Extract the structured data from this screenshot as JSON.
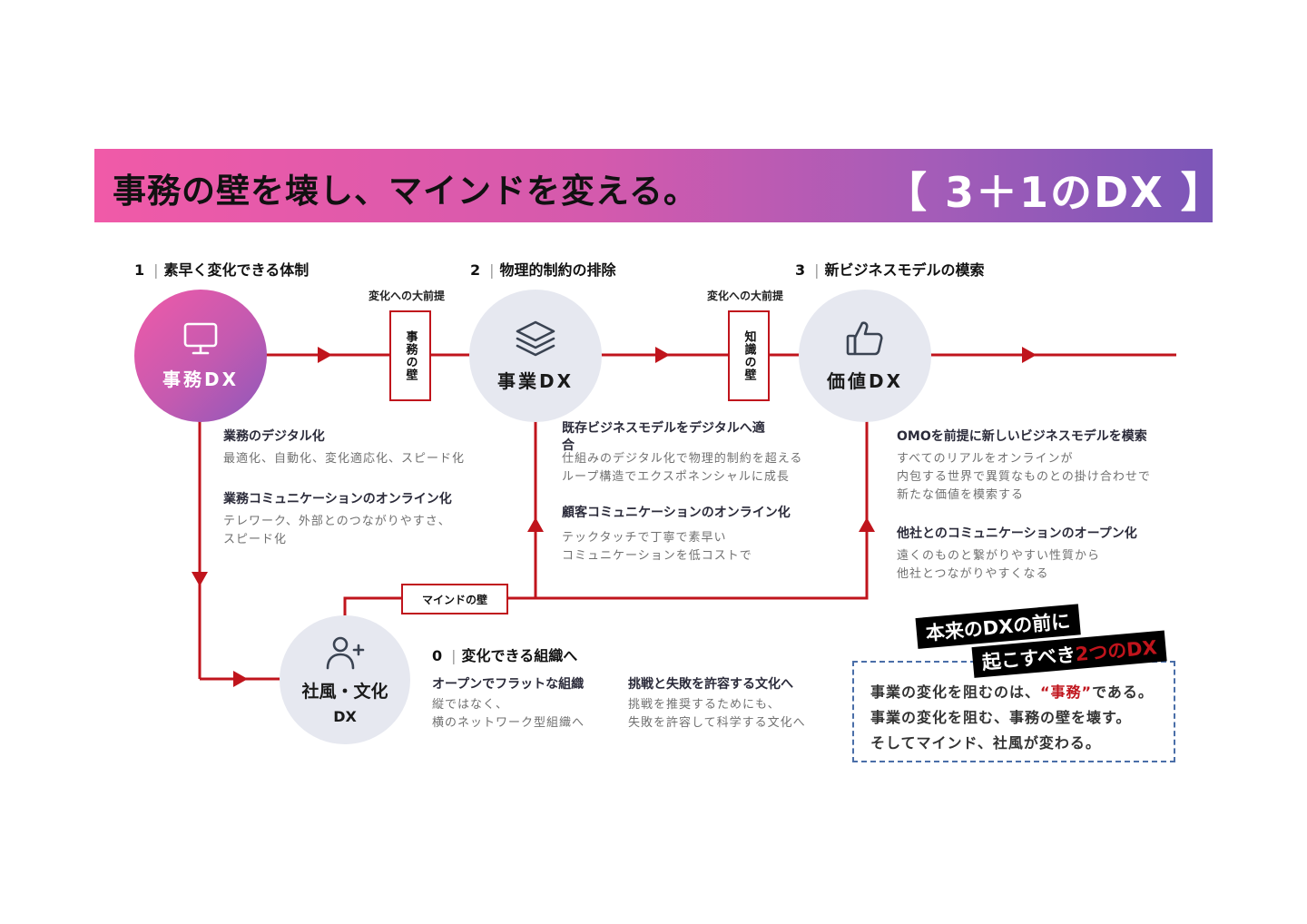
{
  "banner": {
    "title": "事務の壁を壊し、マインドを変える。",
    "badge": "【 3＋1のDX 】",
    "gradient": [
      "#f05aa8",
      "#7b56b8"
    ]
  },
  "colors": {
    "flow_line": "#c0141c",
    "node_gray": "#e6e8f0",
    "note_border": "#4a6ea8"
  },
  "steps": [
    {
      "num": "1",
      "title": "素早く変化できる体制",
      "node_label": "事務DX",
      "icon": "monitor-icon"
    },
    {
      "num": "2",
      "title": "物理的制約の排除",
      "node_label": "事業DX",
      "icon": "layers-icon"
    },
    {
      "num": "3",
      "title": "新ビジネスモデルの模索",
      "node_label": "価値DX",
      "icon": "thumbs-up-icon"
    }
  ],
  "walls": [
    {
      "caption": "変化への大前提",
      "label": "事務の壁"
    },
    {
      "caption": "変化への大前提",
      "label": "知識の壁"
    }
  ],
  "mind_wall": "マインドの壁",
  "culture_node": {
    "num": "0",
    "title": "変化できる組織へ",
    "label_line1": "社風・文化",
    "label_line2": "DX",
    "icon": "add-user-icon"
  },
  "details": {
    "step1": [
      {
        "heading": "業務のデジタル化",
        "lines": [
          "最適化、自動化、変化適応化、スピード化"
        ]
      },
      {
        "heading": "業務コミュニケーションのオンライン化",
        "lines": [
          "テレワーク、外部とのつながりやすさ、",
          "スピード化"
        ]
      }
    ],
    "step2": [
      {
        "heading_lines": [
          "既存ビジネスモデルをデジタルへ適",
          "合"
        ],
        "lines": [
          "仕組みのデジタル化で物理的制約を超える",
          "ループ構造でエクスポネンシャルに成長"
        ]
      },
      {
        "heading": "顧客コミュニケーションのオンライン化",
        "lines": [
          "テックタッチで丁寧で素早い",
          "コミュニケーションを低コストで"
        ]
      }
    ],
    "step3": [
      {
        "heading": "OMOを前提に新しいビジネスモデルを模索",
        "lines": [
          "すべてのリアルをオンラインが",
          "内包する世界で異質なものとの掛け合わせで",
          "新たな価値を模索する"
        ]
      },
      {
        "heading": "他社とのコミュニケーションのオープン化",
        "lines": [
          "遠くのものと繋がりやすい性質から",
          "他社とつながりやすくなる"
        ]
      }
    ],
    "culture": [
      {
        "heading": "オープンでフラットな組織",
        "lines": [
          "縦ではなく、",
          "横のネットワーク型組織へ"
        ]
      },
      {
        "heading": "挑戦と失敗を許容する文化へ",
        "lines": [
          "挑戦を推奨するためにも、",
          "失敗を許容して科学する文化へ"
        ]
      }
    ]
  },
  "callout": {
    "tag1": "本来のDXの前に",
    "tag2_prefix": "起こすべき",
    "tag2_highlight": "2つのDX",
    "line1_prefix": "事業の変化を阻むのは、",
    "line1_highlight": "“事務”",
    "line1_suffix": "である。",
    "line2": "事業の変化を阻む、事務の壁を壊す。",
    "line3": "そしてマインド、社風が変わる。"
  }
}
